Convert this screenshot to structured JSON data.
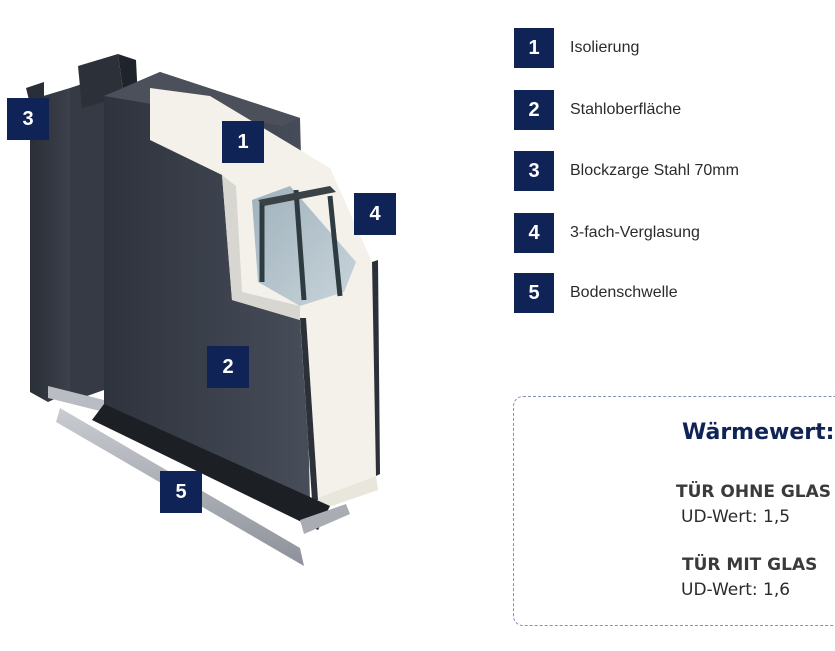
{
  "diagram": {
    "markers": [
      "1",
      "2",
      "3",
      "4",
      "5"
    ]
  },
  "legend": {
    "items": [
      {
        "number": "1",
        "label": "Isolierung"
      },
      {
        "number": "2",
        "label": "Stahloberfläche"
      },
      {
        "number": "3",
        "label": "Blockzarge Stahl 70mm"
      },
      {
        "number": "4",
        "label": "3-fach-Verglasung"
      },
      {
        "number": "5",
        "label": "Bodenschwelle"
      }
    ]
  },
  "info": {
    "heading": "Wärmewert:",
    "without_glass_title": "TÜR OHNE GLAS",
    "without_glass_value": "UD-Wert: 1,5",
    "with_glass_title": "TÜR MIT GLAS",
    "with_glass_value": "UD-Wert: 1,6"
  },
  "colors": {
    "navy": "#0f2356",
    "door_steel": "#3a3f4a",
    "insulation": "#f2efe6"
  }
}
